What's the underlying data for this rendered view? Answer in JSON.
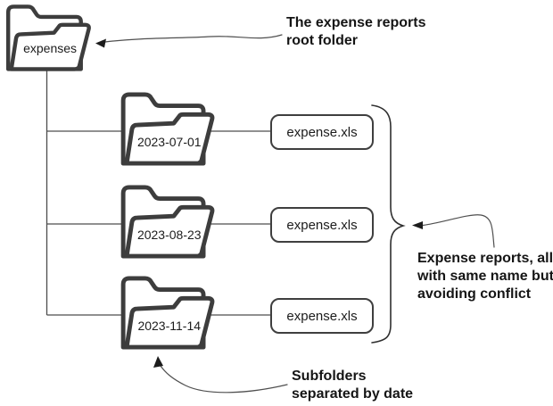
{
  "root_folder": {
    "label": "expenses"
  },
  "subfolders": [
    {
      "label": "2023-07-01",
      "file": {
        "label": "expense.xls"
      }
    },
    {
      "label": "2023-08-23",
      "file": {
        "label": "expense.xls"
      }
    },
    {
      "label": "2023-11-14",
      "file": {
        "label": "expense.xls"
      }
    }
  ],
  "annotations": {
    "root": {
      "lines": [
        "The expense reports",
        "root folder"
      ]
    },
    "files": {
      "lines": [
        "Expense reports, all",
        "with same name but",
        "avoiding conflict"
      ]
    },
    "dates": {
      "lines": [
        "Subfolders",
        "separated by date"
      ]
    }
  },
  "icons": {
    "folder": "open-folder-icon"
  },
  "colors": {
    "folder_stroke": "#3d3d3d",
    "tree_line": "#4d4d4d",
    "brace": "#2f2f2f",
    "text": "#1c1c1c",
    "background": "#ffffff"
  }
}
